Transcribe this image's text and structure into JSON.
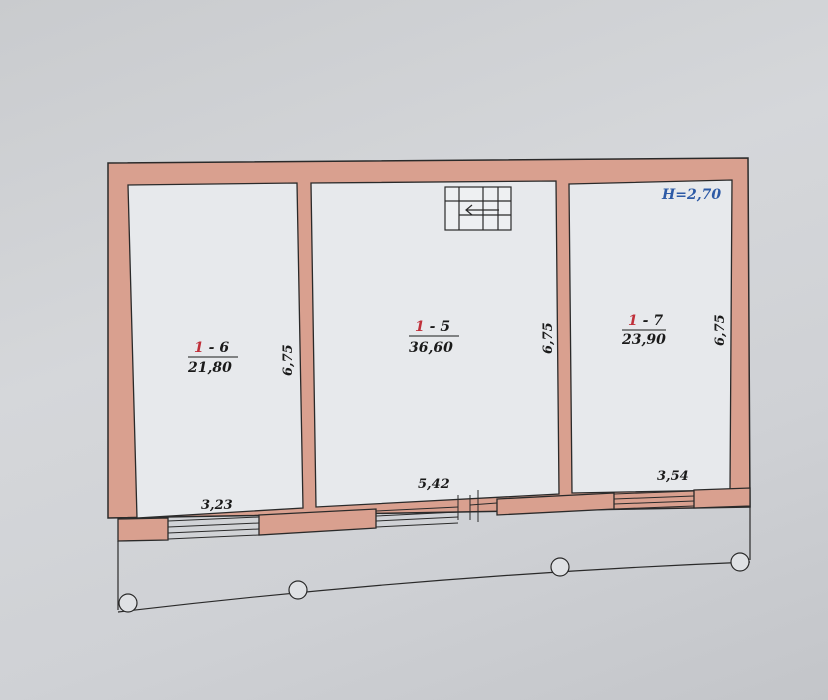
{
  "colors": {
    "wall": "#d9a08f",
    "wall_stroke": "#2a2a2a",
    "floor": "#e7e9ec",
    "room_number_red": "#c0303a",
    "height_blue": "#2d5aa6"
  },
  "height_label": "H=2,70",
  "rooms": [
    {
      "floor": "1",
      "sep": " - ",
      "number": "6",
      "area": "21,80",
      "depth": "6,75",
      "window_width": "3,23"
    },
    {
      "floor": "1",
      "sep": " - ",
      "number": "5",
      "area": "36,60",
      "depth": "6,75",
      "window_width": "5,42"
    },
    {
      "floor": "1",
      "sep": " - ",
      "number": "7",
      "area": "23,90",
      "depth": "6,75",
      "window_width": "3,54"
    }
  ],
  "stair_icon": "staircase-arrow-left"
}
